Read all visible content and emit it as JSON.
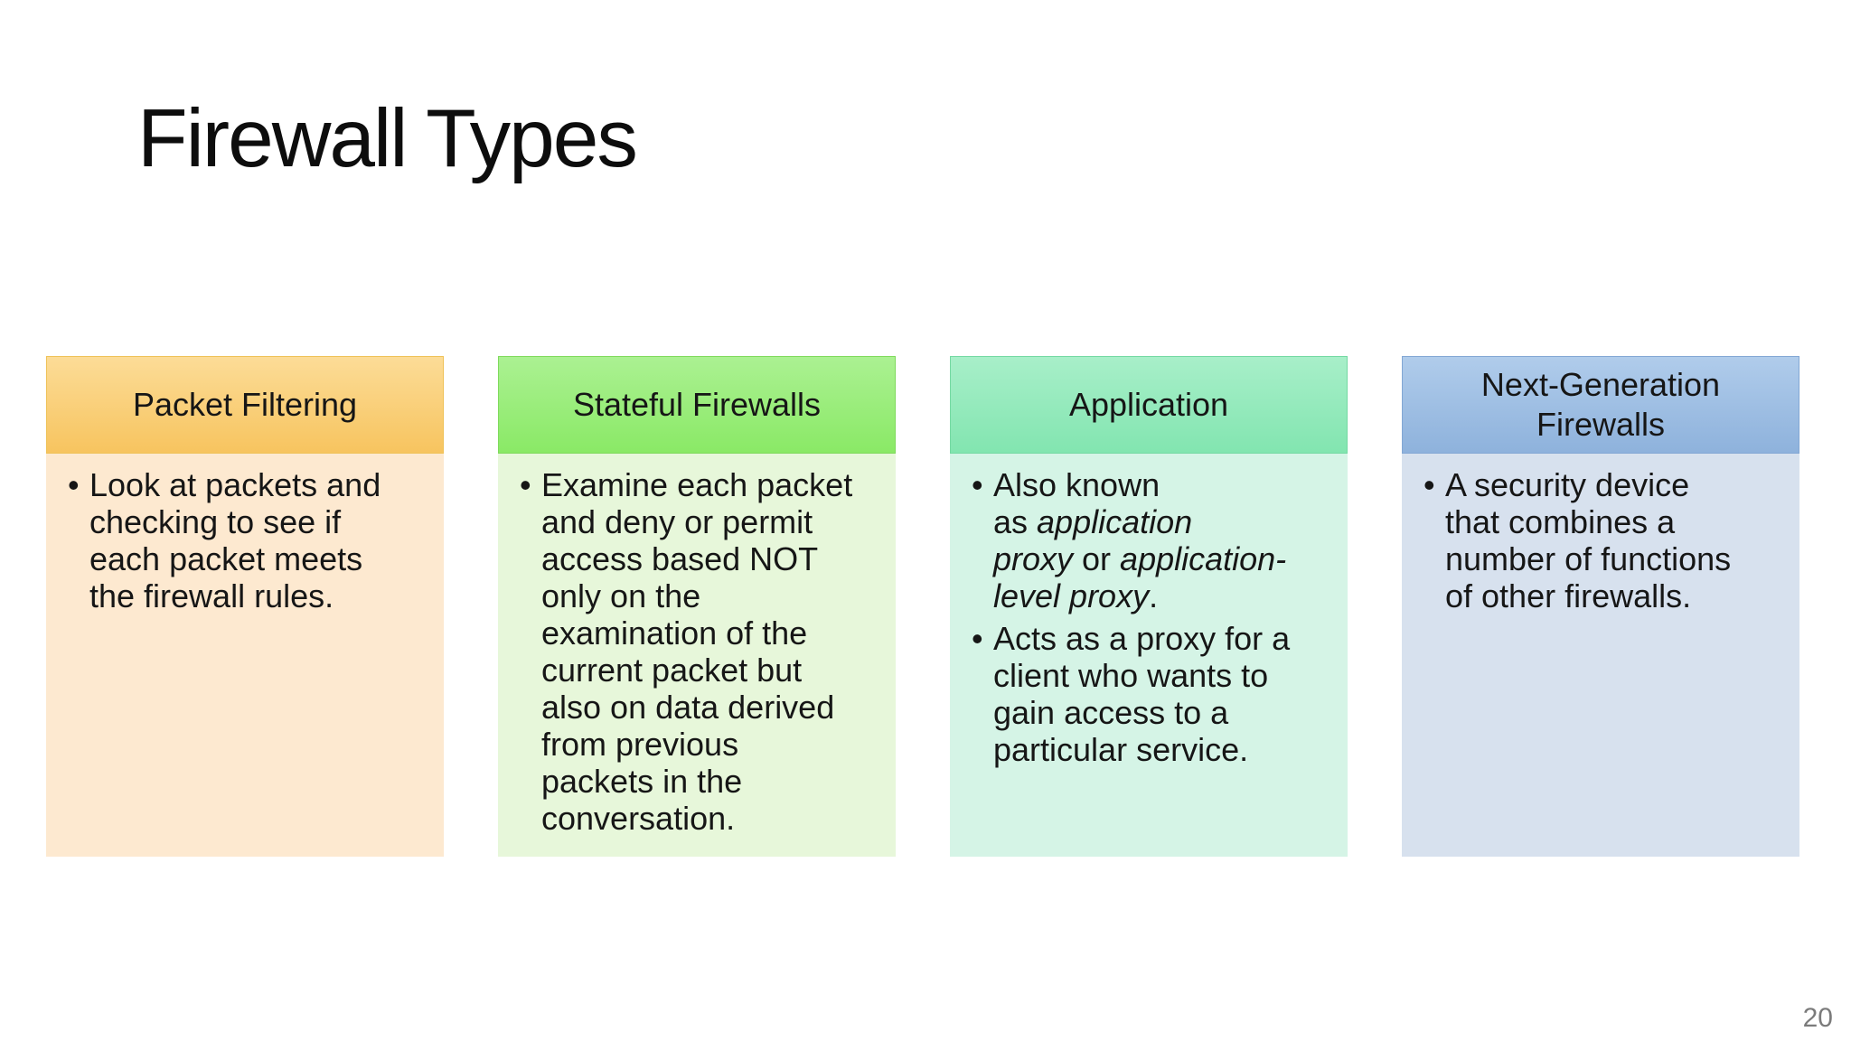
{
  "slide": {
    "title": "Firewall Types",
    "page_number": "20",
    "background": "#ffffff",
    "bullet_glyph": "•"
  },
  "columns": [
    {
      "header": "Packet Filtering",
      "header_gradient_top": "#FCDC97",
      "header_gradient_bottom": "#F7C45F",
      "header_border": "#EFC258",
      "body_bg": "#FDE9D0",
      "bullets": [
        "Look at packets and\nchecking to see if\neach packet meets\nthe firewall rules."
      ]
    },
    {
      "header": "Stateful Firewalls",
      "header_gradient_top": "#ABF192",
      "header_gradient_bottom": "#8AE966",
      "header_border": "#7FDA5C",
      "body_bg": "#E7F7DA",
      "bullets": [
        "Examine each packet\nand deny or permit\naccess based NOT\nonly on the\nexamination of the\ncurrent packet but\nalso on data derived\nfrom previous\npackets in the\nconversation."
      ]
    },
    {
      "header": "Application",
      "header_gradient_top": "#A8EFC9",
      "header_gradient_bottom": "#82E5B0",
      "header_border": "#74D9A2",
      "body_bg": "#D5F4E6",
      "bullets": [
        "Also known\nas *application*\n*proxy* or *application-*\n*level proxy*.",
        "Acts as a proxy for a\nclient who wants to\ngain access to a\nparticular service."
      ]
    },
    {
      "header": "Next-Generation\nFirewalls",
      "header_gradient_top": "#B0CCEB",
      "header_gradient_bottom": "#8EB2DC",
      "header_border": "#82A7D4",
      "body_bg": "#D7E1EE",
      "bullets": [
        "A security device\nthat combines a\nnumber of functions\nof other firewalls."
      ]
    }
  ]
}
